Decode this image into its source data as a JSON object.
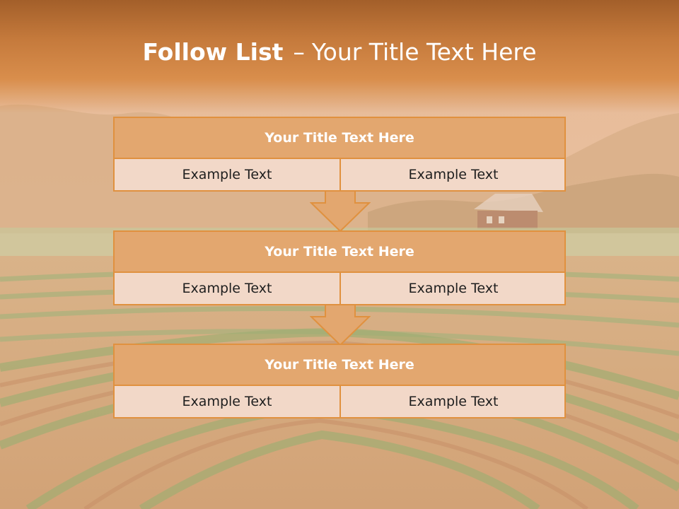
{
  "slide": {
    "title_bold": "Follow List",
    "title_dash": "–",
    "title_rest": "Your Title Text Here"
  },
  "steps": [
    {
      "header": "Your Title Text Here",
      "left": "Example Text",
      "right": "Example Text"
    },
    {
      "header": "Your Title Text Here",
      "left": "Example Text",
      "right": "Example Text"
    },
    {
      "header": "Your Title Text Here",
      "left": "Example Text",
      "right": "Example Text"
    }
  ],
  "colors": {
    "accent": "#e0913f",
    "header_fill": "#e3a76f",
    "cell_fill": "#f2d8c8",
    "title_band": "#c57a3c"
  }
}
